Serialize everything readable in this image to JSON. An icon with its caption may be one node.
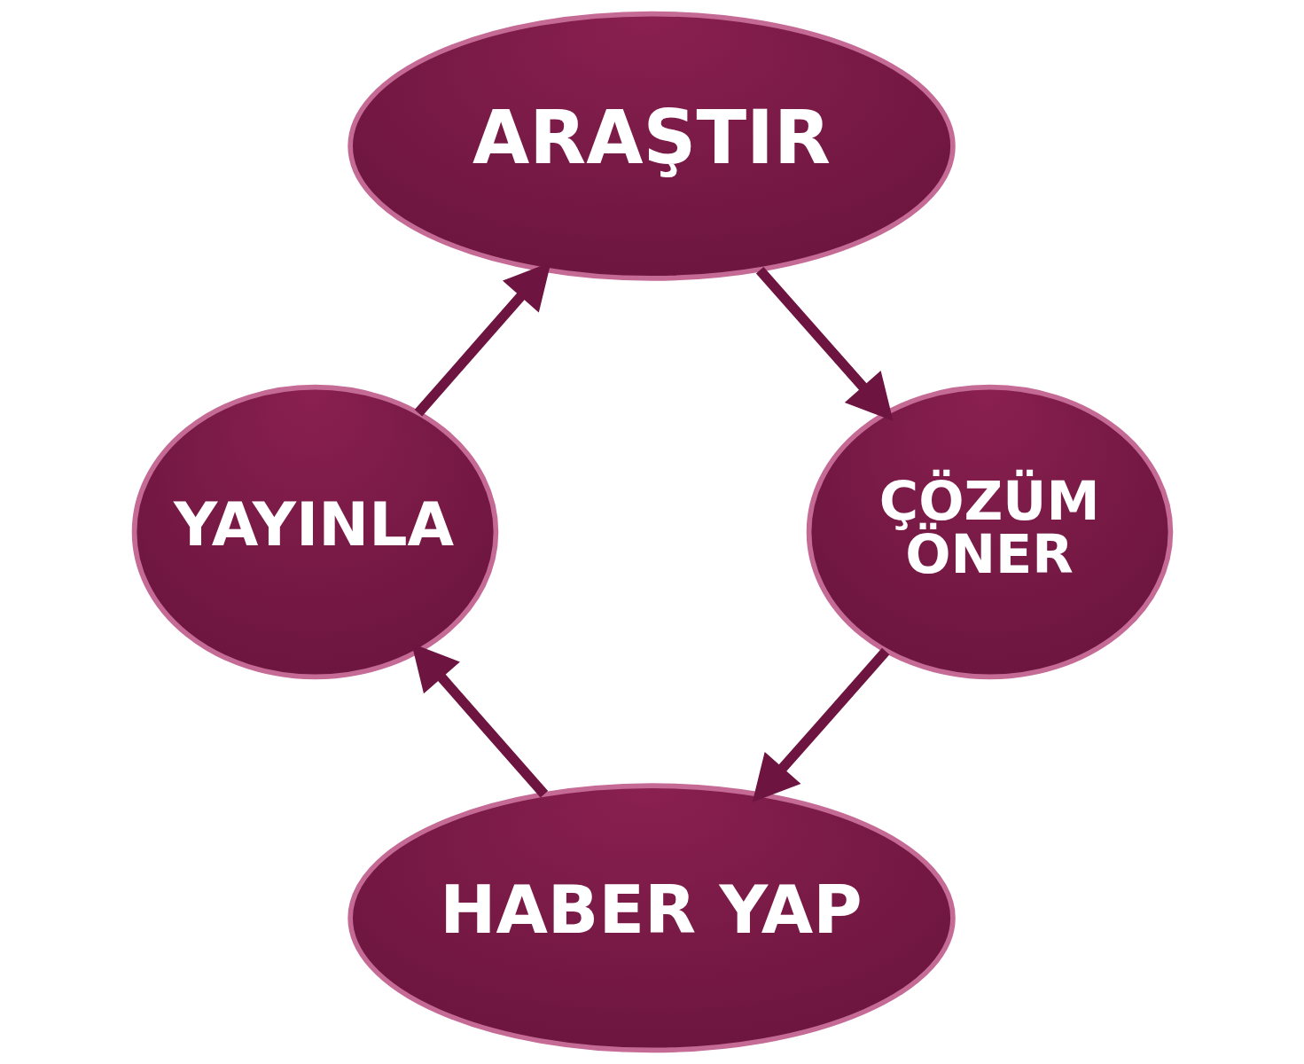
{
  "diagram": {
    "nodes": [
      {
        "text": [
          "ARAŞTIR"
        ]
      },
      {
        "text": [
          "YAYINLA"
        ]
      },
      {
        "text": [
          "ÇÖZÜM ÖNER"
        ]
      },
      {
        "text": [
          "HABER YAP"
        ]
      }
    ],
    "edges": [
      {
        "from": 0,
        "to": 2,
        "arrow": "to"
      },
      {
        "from": 2,
        "to": 3,
        "arrow": "to"
      },
      {
        "from": 3,
        "to": 1,
        "arrow": "to"
      },
      {
        "from": 1,
        "to": 0,
        "arrow": "to"
      }
    ]
  }
}
